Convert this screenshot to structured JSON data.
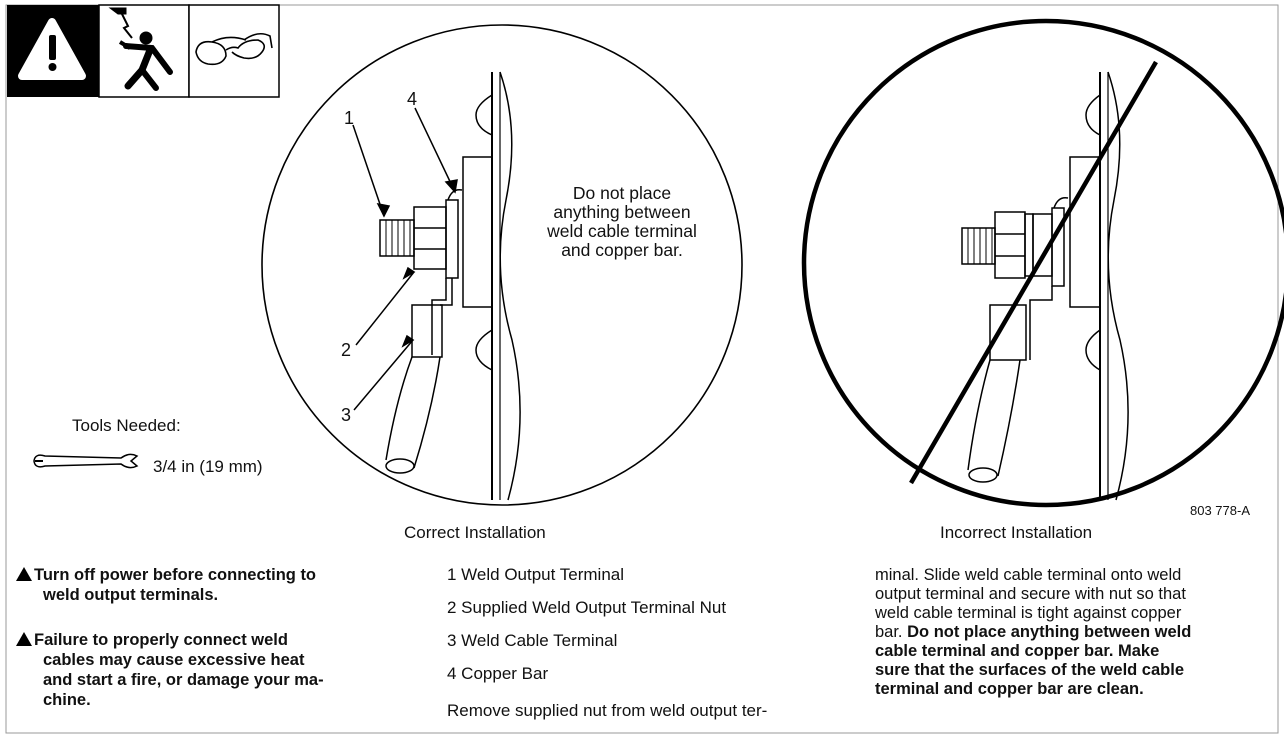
{
  "diagram": {
    "note": [
      "Do  not place",
      "anything between",
      "weld cable terminal",
      "and copper  bar."
    ],
    "callouts": [
      "1",
      "2",
      "3",
      "4"
    ],
    "caption_correct": "Correct Installation",
    "caption_incorrect": "Incorrect Installation",
    "figure_code": "803 778-A"
  },
  "tools": {
    "label": "Tools Needed:",
    "wrench": "3/4 in (19 mm)"
  },
  "warnings": [
    {
      "line1": "Turn off power before connecting to",
      "line2": "weld output terminals."
    },
    {
      "line1": "Failure  to  properly  connect  weld",
      "line2": "cables may cause excessive heat",
      "line3": "and start a fire, or damage your ma-",
      "line4": "chine."
    }
  ],
  "parts": [
    "1 Weld Output Terminal",
    "2 Supplied Weld Output Terminal Nut",
    "3 Weld Cable Terminal",
    "4 Copper Bar"
  ],
  "instructions_start": "Remove supplied nut from weld output ter-",
  "instructions_cont": {
    "l1": "minal. Slide weld cable terminal onto weld",
    "l2": "output terminal and secure with nut so that",
    "l3": "weld cable terminal is tight against copper",
    "l4_plain": "bar. ",
    "l4_bold": "Do not place anything between weld",
    "l5": "cable terminal and copper bar. Make",
    "l6": "sure that the surfaces of the weld cable",
    "l7": "terminal and copper bar are clean."
  }
}
